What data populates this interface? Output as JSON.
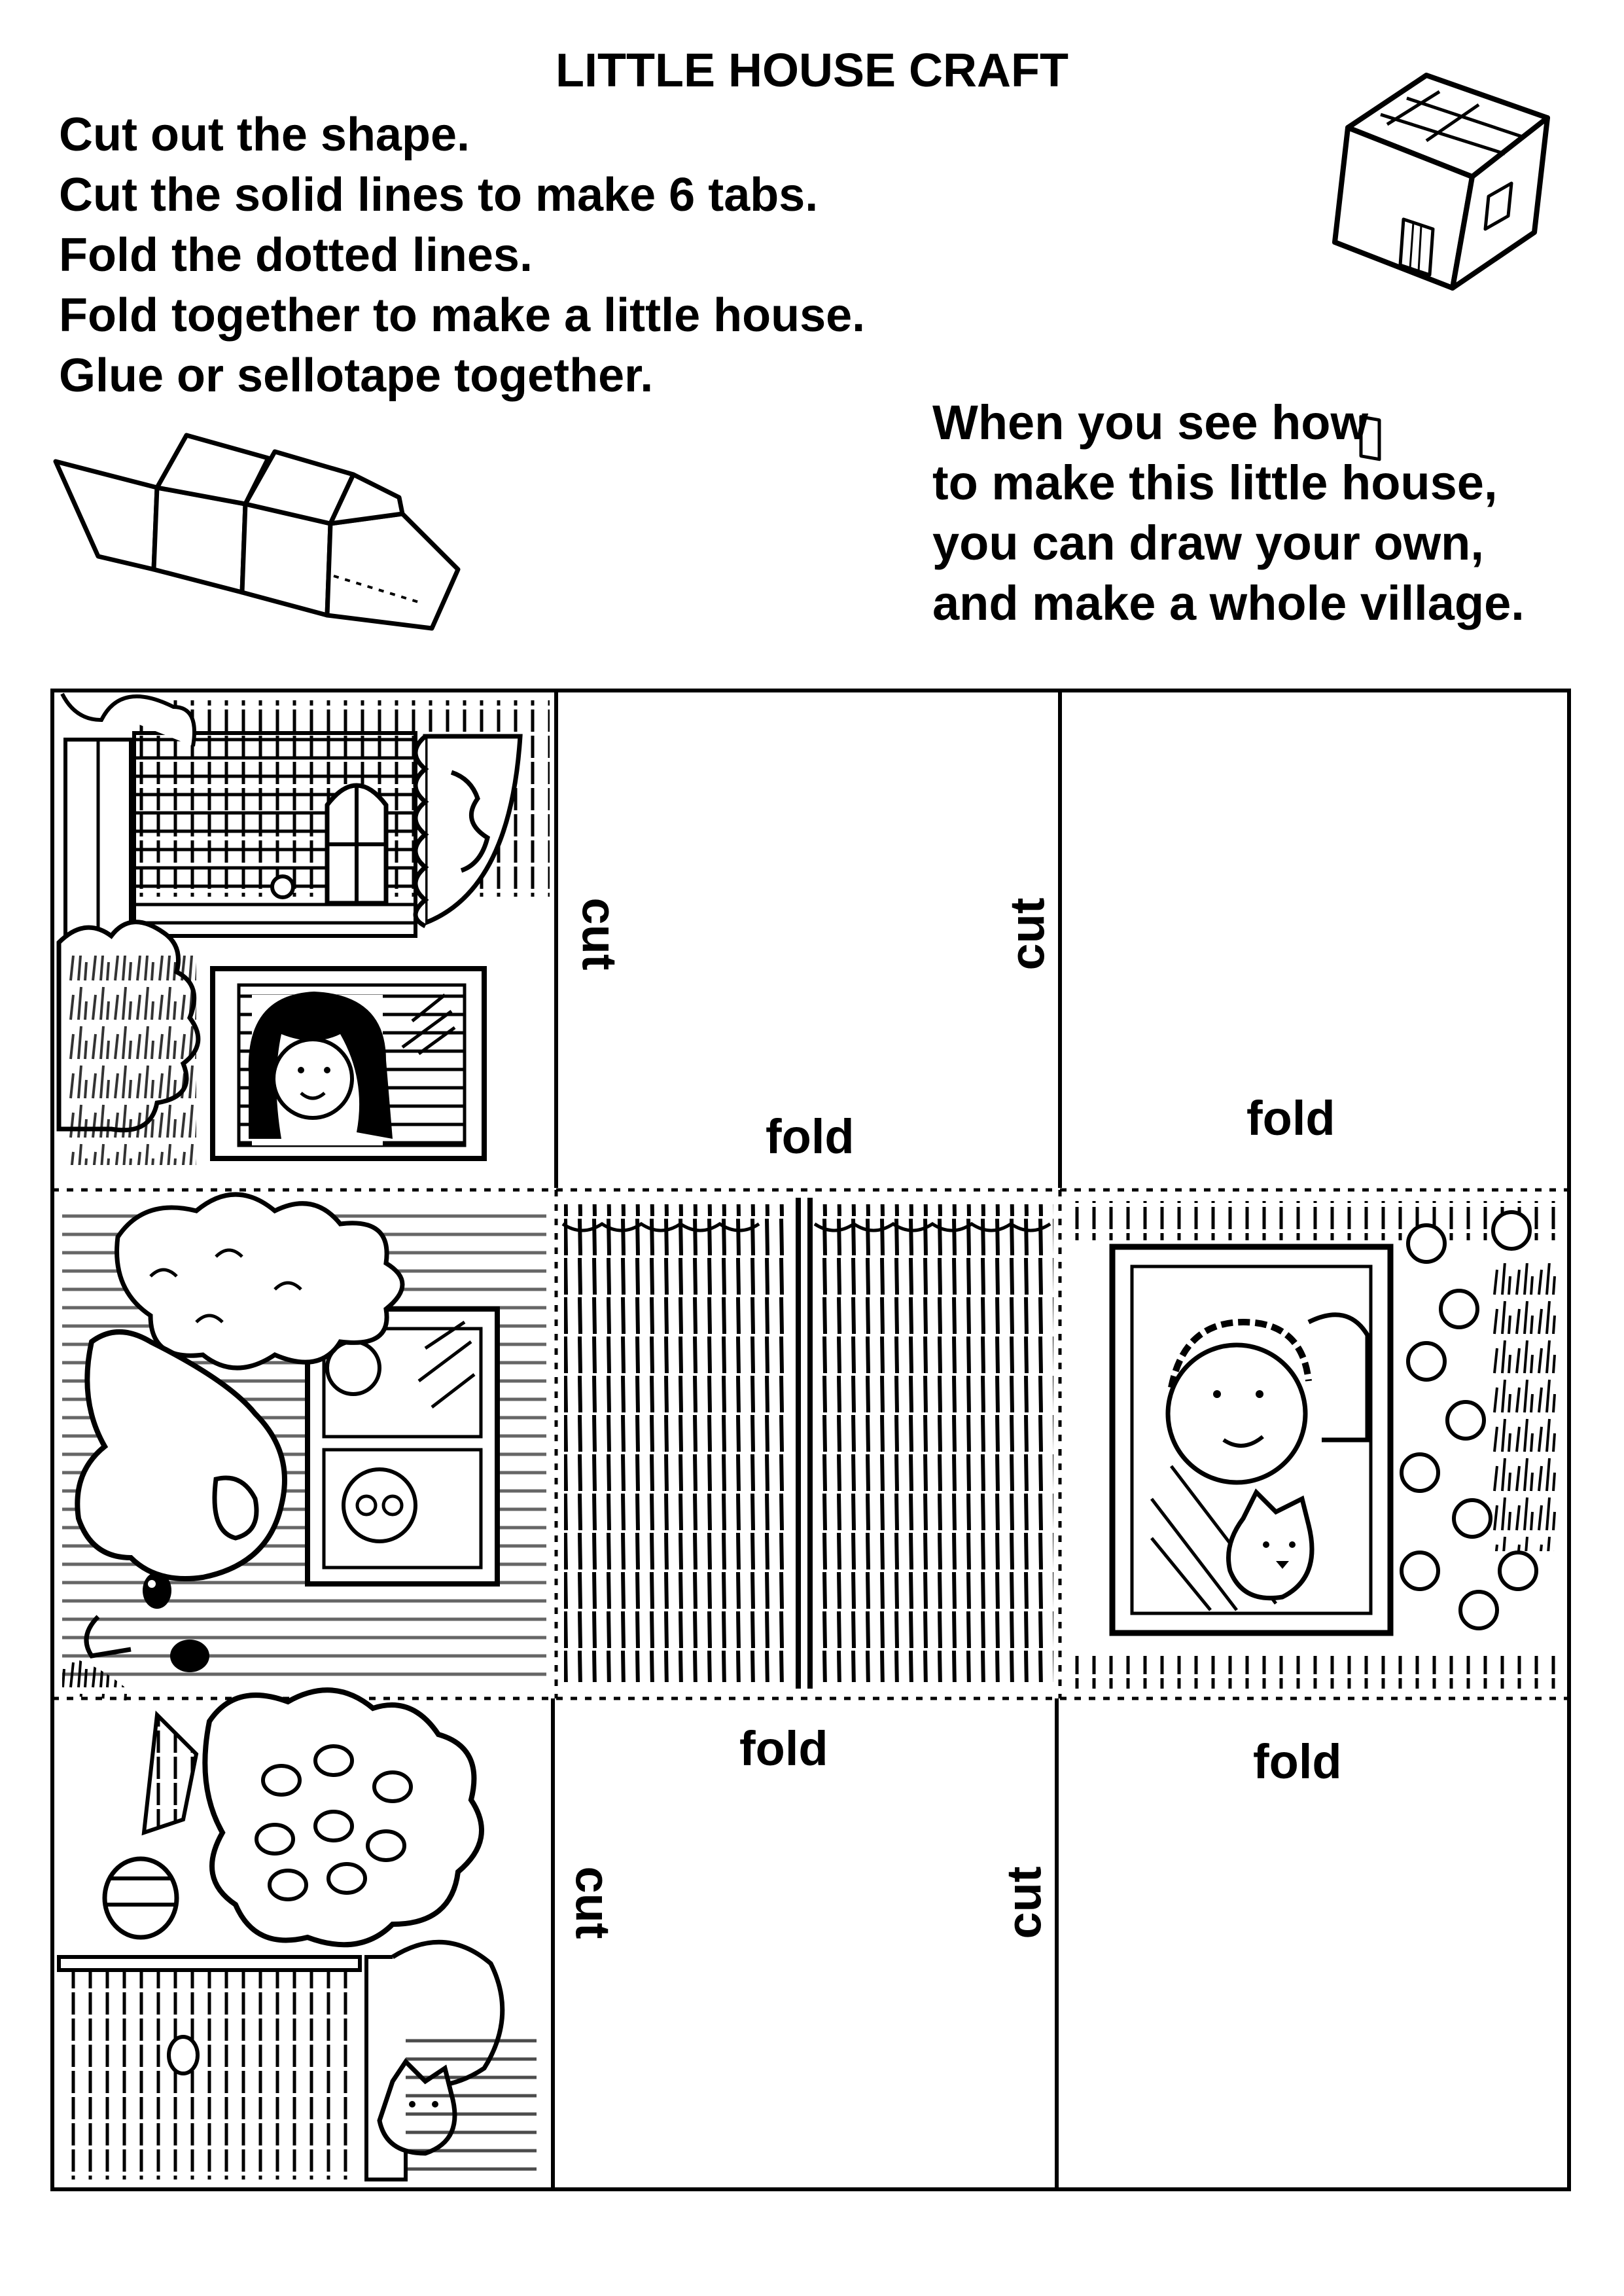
{
  "title": "LITTLE HOUSE CRAFT",
  "instructions": [
    "Cut out the shape.",
    "Cut the solid lines to make 6 tabs.",
    "Fold the dotted lines.",
    "Fold together to make a little house.",
    "Glue or sellotape together."
  ],
  "side_note": [
    "When you see how",
    "to make this little house,",
    "you can draw your own,",
    "and make a whole village."
  ],
  "labels": {
    "cut": "cut",
    "fold": "fold"
  }
}
